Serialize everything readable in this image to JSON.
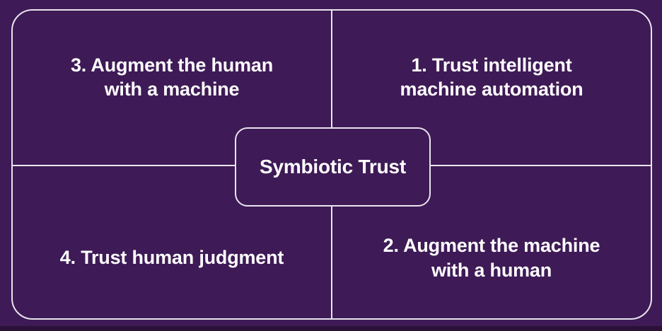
{
  "diagram": {
    "title": "Symbiotic Trust",
    "center": {
      "label": "Symbiotic Trust"
    },
    "quadrants": [
      {
        "position": "top-left",
        "number": "3",
        "label": "3. Augment the human\nwith a machine"
      },
      {
        "position": "top-right",
        "number": "1",
        "label": "1. Trust intelligent\nmachine automation"
      },
      {
        "position": "bottom-left",
        "number": "4",
        "label": "4. Trust human judgment"
      },
      {
        "position": "bottom-right",
        "number": "2",
        "label": "2. Augment the machine\nwith a human"
      }
    ],
    "colors": {
      "background": "#3e1a56",
      "line": "#e9e4ee",
      "text": "#ffffff",
      "bottom_band": "#2b1038"
    }
  }
}
